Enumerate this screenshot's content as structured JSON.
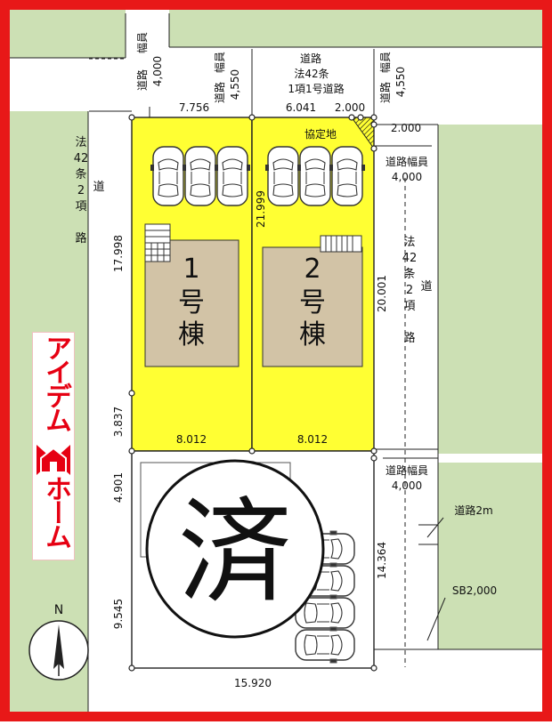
{
  "colors": {
    "frame": "#e81818",
    "green": "#cce0b4",
    "lot_yellow": "#ffff33",
    "building": "#d2c3a6",
    "logo_red": "#e60012"
  },
  "roads": {
    "top_left": {
      "label1": "道路",
      "label2": "幅員",
      "value": "4,000"
    },
    "top_mid": {
      "label1": "道路",
      "label2": "幅員",
      "value": "4,550"
    },
    "top_center": {
      "line1": "道路",
      "line2": "法42条",
      "line3": "1項1号道路"
    },
    "top_right": {
      "label1": "道路",
      "label2": "幅員",
      "value": "4,550"
    },
    "left_road": {
      "line1": "法",
      "line2": "42",
      "line3": "条",
      "line4": "2",
      "line5": "項",
      "line6": "道",
      "line7": "路"
    },
    "right_upper_width": {
      "label": "道路幅員",
      "value": "4,000"
    },
    "right_road": {
      "line1": "法",
      "line2": "42",
      "line3": "条",
      "line4": "2",
      "line5": "項",
      "line6": "道",
      "line7": "路"
    },
    "right_lower_width": {
      "label": "道路幅員",
      "value": "4,000"
    },
    "road_2m": "道路2m",
    "sb": "SB2,000"
  },
  "dimensions": {
    "top_7756": "7.756",
    "top_6041": "6.041",
    "top_2000": "2.000",
    "right_2000": "2.000",
    "left_17998": "17.998",
    "left_3837": "3.837",
    "mid_21999": "21.999",
    "right_20001": "20.001",
    "lot1_bottom": "8.012",
    "lot2_bottom": "8.012",
    "left_4901": "4.901",
    "left_9545": "9.545",
    "right_14364": "14.364",
    "bottom_15920": "15.920"
  },
  "kyoteichi": "協定地",
  "lots": [
    {
      "number": "1",
      "suffix1": "号",
      "suffix2": "棟"
    },
    {
      "number": "2",
      "suffix1": "号",
      "suffix2": "棟"
    }
  ],
  "sold_mark": "済",
  "north": "N",
  "logo": {
    "top": "アイデム",
    "bottom": "ホーム"
  }
}
